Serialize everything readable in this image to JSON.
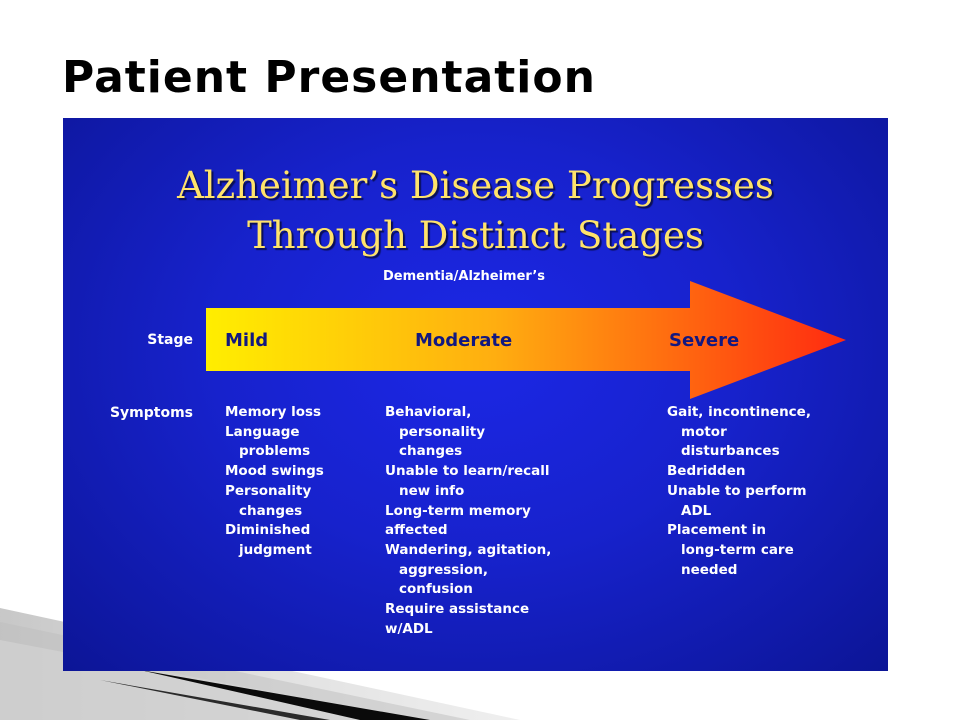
{
  "slide": {
    "title": "Patient Presentation"
  },
  "figure": {
    "title_line1": "Alzheimer’s Disease Progresses",
    "title_line2": "Through Distinct Stages",
    "arrow_caption": "Dementia/Alzheimer’s",
    "stage_row_label": "Stage",
    "symptoms_row_label": "Symptoms",
    "stages": [
      "Mild",
      "Moderate",
      "Severe"
    ],
    "symptoms": {
      "mild": [
        {
          "text": "Memory loss",
          "indent": false
        },
        {
          "text": "Language",
          "indent": false
        },
        {
          "text": "problems",
          "indent": true
        },
        {
          "text": "Mood swings",
          "indent": false
        },
        {
          "text": "Personality",
          "indent": false
        },
        {
          "text": "changes",
          "indent": true
        },
        {
          "text": "Diminished",
          "indent": false
        },
        {
          "text": "judgment",
          "indent": true
        }
      ],
      "moderate": [
        {
          "text": "Behavioral,",
          "indent": false
        },
        {
          "text": "personality",
          "indent": true
        },
        {
          "text": "changes",
          "indent": true
        },
        {
          "text": "Unable to learn/recall",
          "indent": false
        },
        {
          "text": "new info",
          "indent": true
        },
        {
          "text": "Long-term memory",
          "indent": false
        },
        {
          "text": "affected",
          "indent": false
        },
        {
          "text": "Wandering, agitation,",
          "indent": false
        },
        {
          "text": "aggression,",
          "indent": true
        },
        {
          "text": "confusion",
          "indent": true
        },
        {
          "text": "Require assistance",
          "indent": false
        },
        {
          "text": "w/ADL",
          "indent": false
        }
      ],
      "severe": [
        {
          "text": "Gait, incontinence,",
          "indent": false
        },
        {
          "text": "motor",
          "indent": true
        },
        {
          "text": "disturbances",
          "indent": true
        },
        {
          "text": "Bedridden",
          "indent": false
        },
        {
          "text": "Unable to perform",
          "indent": false
        },
        {
          "text": "ADL",
          "indent": true
        },
        {
          "text": "Placement in",
          "indent": false
        },
        {
          "text": "long-term care",
          "indent": true
        },
        {
          "text": "needed",
          "indent": true
        }
      ]
    }
  },
  "colors": {
    "figure_background": "#1722cc",
    "figure_title": "#ffe36b",
    "arrow_start": "#ffee00",
    "arrow_mid": "#ffae10",
    "arrow_end": "#ff2a10",
    "stage_text": "#121880",
    "symptom_text": "#ffffff"
  }
}
